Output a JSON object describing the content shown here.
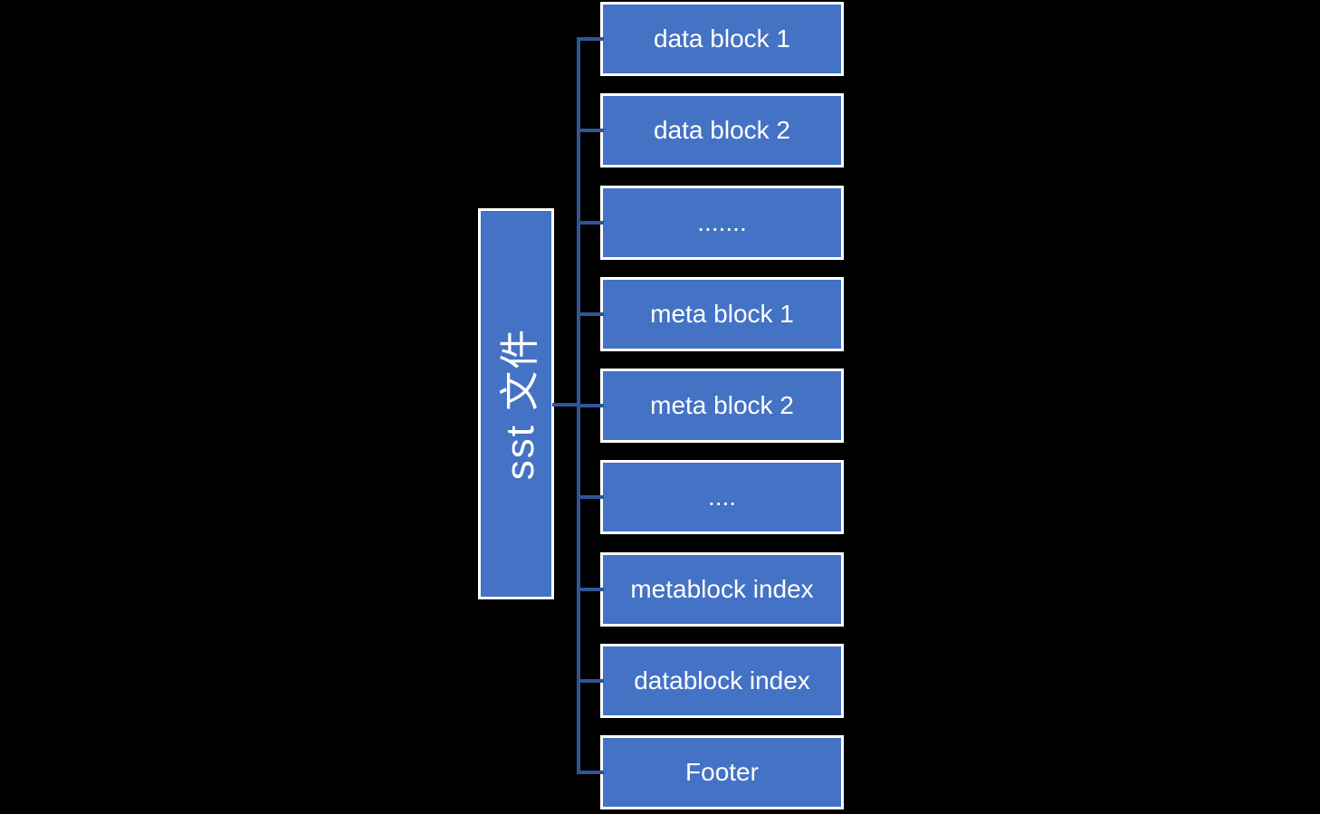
{
  "diagram": {
    "root": {
      "label": "sst 文件"
    },
    "blocks": [
      {
        "label": "data block 1"
      },
      {
        "label": "data block 2"
      },
      {
        "label": "......."
      },
      {
        "label": "meta block 1"
      },
      {
        "label": "meta block 2"
      },
      {
        "label": "...."
      },
      {
        "label": "metablock index"
      },
      {
        "label": "datablock index"
      },
      {
        "label": "Footer"
      }
    ],
    "colors": {
      "background": "#000000",
      "box_fill": "#4472C4",
      "box_border": "#FFFFFF",
      "connector": "#2F5597",
      "text": "#FFFFFF"
    }
  }
}
